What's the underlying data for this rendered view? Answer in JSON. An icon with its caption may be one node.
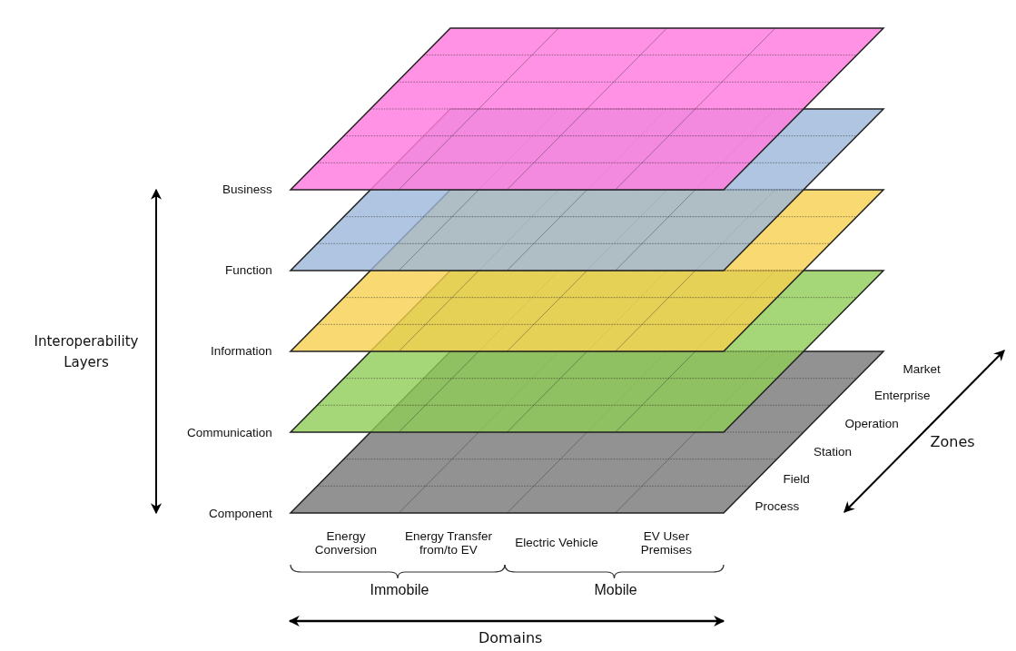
{
  "diagram": {
    "labels": [
      "Business",
      "Function",
      "Information",
      "Communication",
      "Component",
      "Interoperability Layers",
      "Market",
      "Enterprise",
      "Operation",
      "Station",
      "Field",
      "Process",
      "Zones",
      "Energy Conversion",
      "Energy Transfer from/to EV",
      "Electric Vehicle",
      "EV User Premises",
      "Immobile",
      "Mobile",
      "Domains"
    ]
  }
}
